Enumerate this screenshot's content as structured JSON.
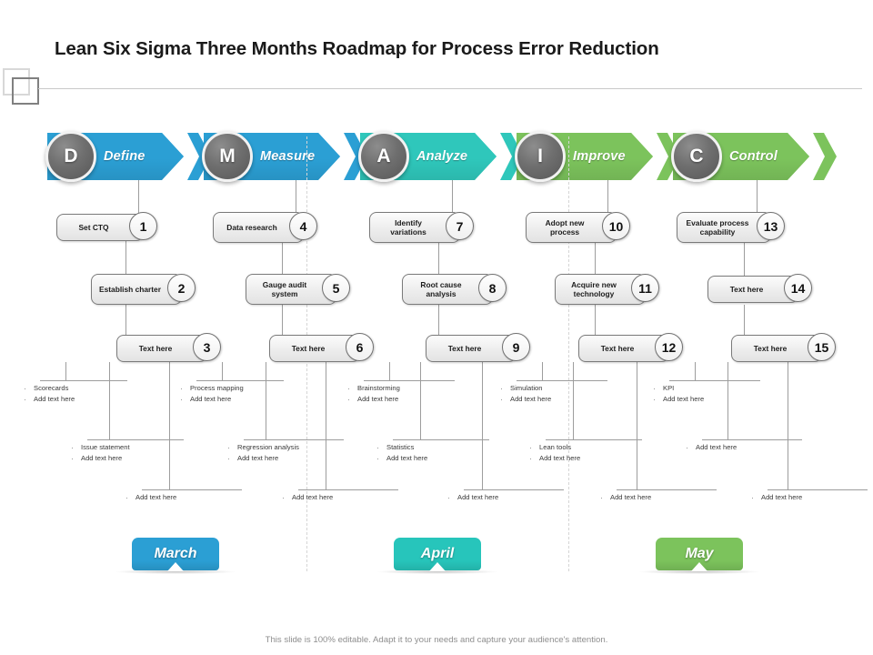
{
  "title": "Lean Six Sigma Three Months Roadmap for Process Error Reduction",
  "footer": "This slide is 100% editable. Adapt it to your needs and capture your audience's attention.",
  "colors": {
    "define": "#2b9fd4",
    "measure": "#2b9fd4",
    "analyze": "#2fc7bb",
    "improve": "#7cc35c",
    "control": "#7cc35c",
    "medal": "#6f6f6f",
    "march": "#2b9fd4",
    "april": "#27c5bb",
    "may": "#7cc35c"
  },
  "phases": [
    {
      "letter": "D",
      "label": "Define",
      "color": "#2b9fd4"
    },
    {
      "letter": "M",
      "label": "Measure",
      "color": "#2b9fd4"
    },
    {
      "letter": "A",
      "label": "Analyze",
      "color": "#2fc7bb"
    },
    {
      "letter": "I",
      "label": "Improve",
      "color": "#7cc35c"
    },
    {
      "letter": "C",
      "label": "Control",
      "color": "#7cc35c"
    }
  ],
  "tasks": [
    {
      "num": "1",
      "label": "Set CTQ"
    },
    {
      "num": "2",
      "label": "Establish charter"
    },
    {
      "num": "3",
      "label": "Text here"
    },
    {
      "num": "4",
      "label": "Data research"
    },
    {
      "num": "5",
      "label": "Gauge audit system"
    },
    {
      "num": "6",
      "label": "Text here"
    },
    {
      "num": "7",
      "label": "Identify variations"
    },
    {
      "num": "8",
      "label": "Root cause analysis"
    },
    {
      "num": "9",
      "label": "Text here"
    },
    {
      "num": "10",
      "label": "Adopt new process"
    },
    {
      "num": "11",
      "label": "Acquire new technology"
    },
    {
      "num": "12",
      "label": "Text here"
    },
    {
      "num": "13",
      "label": "Evaluate process capability"
    },
    {
      "num": "14",
      "label": "Text here"
    },
    {
      "num": "15",
      "label": "Text here"
    }
  ],
  "bullets": [
    {
      "items": [
        "Scorecards",
        "Add text here"
      ]
    },
    {
      "items": [
        "Issue statement",
        "Add text here"
      ]
    },
    {
      "items": [
        "Add text here"
      ]
    },
    {
      "items": [
        "Process mapping",
        "Add text here"
      ]
    },
    {
      "items": [
        "Regression analysis",
        "Add text here"
      ]
    },
    {
      "items": [
        "Add text here"
      ]
    },
    {
      "items": [
        "Brainstorming",
        "Add text here"
      ]
    },
    {
      "items": [
        "Statistics",
        "Add text here"
      ]
    },
    {
      "items": [
        "Add text here"
      ]
    },
    {
      "items": [
        "Simulation",
        "Add text here"
      ]
    },
    {
      "items": [
        "Lean tools",
        "Add text here"
      ]
    },
    {
      "items": [
        "Add text here"
      ]
    },
    {
      "items": [
        "KPI",
        "Add text here"
      ]
    },
    {
      "items": [
        "Add text here"
      ]
    },
    {
      "items": [
        "Add text here"
      ]
    }
  ],
  "months": [
    {
      "label": "March",
      "color": "#2b9fd4"
    },
    {
      "label": "April",
      "color": "#27c5bb"
    },
    {
      "label": "May",
      "color": "#7cc35c"
    }
  ]
}
